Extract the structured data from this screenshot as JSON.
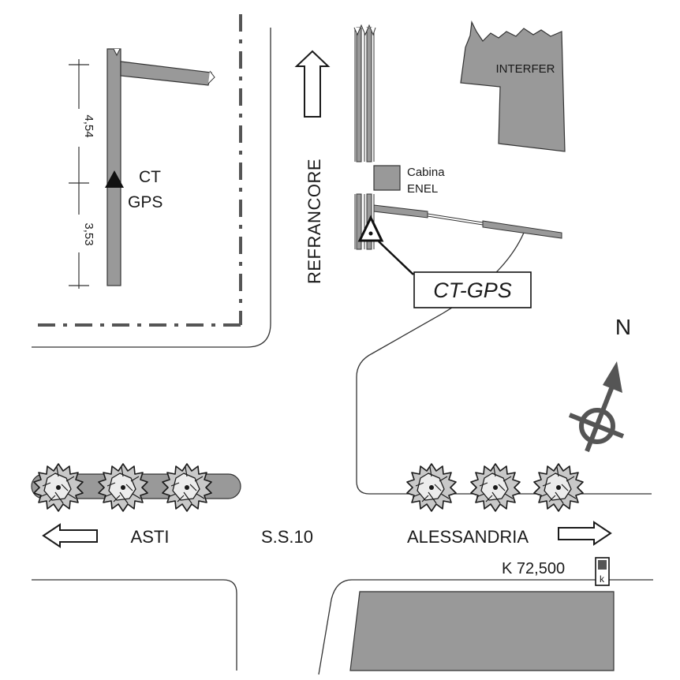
{
  "labels": {
    "dim_upper": "4,54",
    "dim_lower": "3,53",
    "ct_line1": "CT",
    "ct_line2": "GPS",
    "refrancore": "REFRANCORE",
    "interfer": "INTERFER",
    "cabina_line1": "Cabina",
    "cabina_line2": "ENEL",
    "ct_gps_callout": "CT-GPS",
    "north": "N",
    "asti": "ASTI",
    "road": "S.S.10",
    "alessandria": "ALESSANDRIA",
    "km_marker": "K 72,500",
    "km_post": "k"
  },
  "colors": {
    "building_fill": "#999999",
    "road_line": "#333333",
    "ink": "#1a1a1a"
  },
  "icons": {
    "north_arrow": "compass-north-arrow-icon",
    "station": "triangle-station-icon",
    "tree": "tree-shrub-icon"
  }
}
